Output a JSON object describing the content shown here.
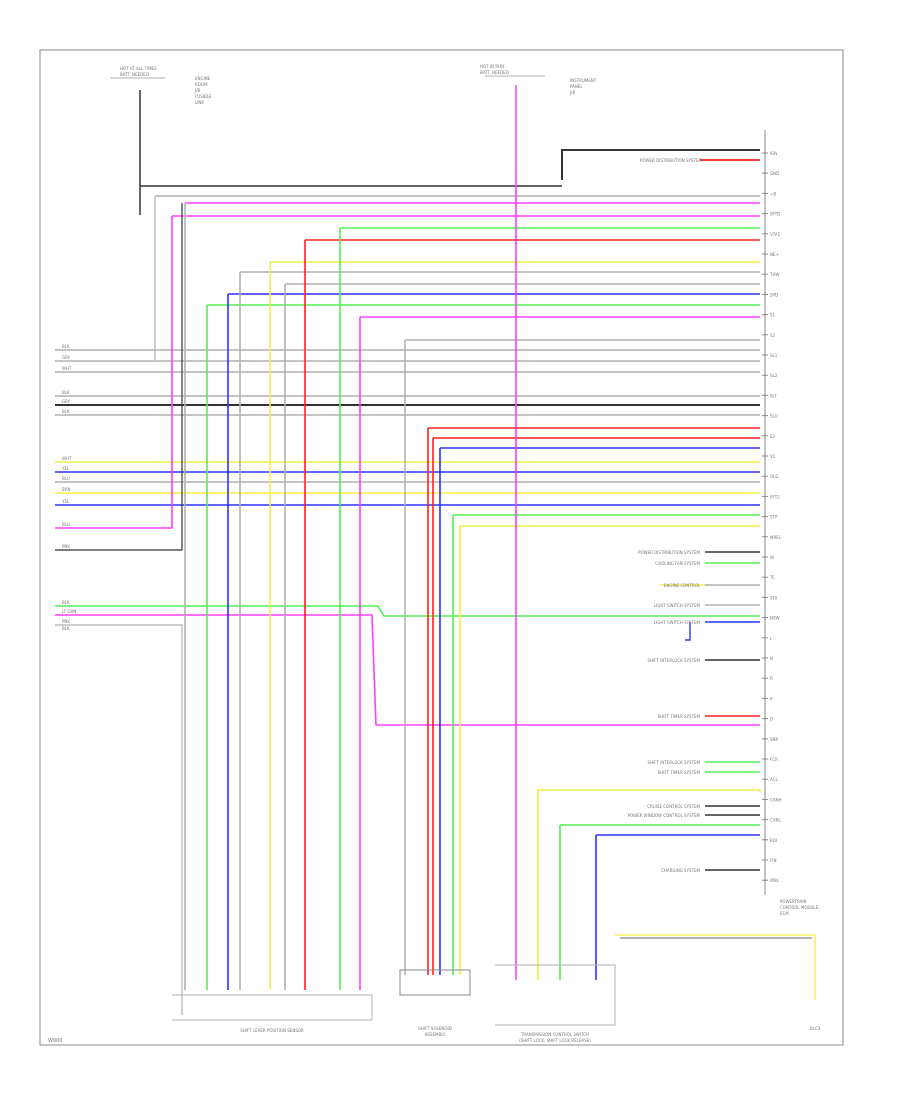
{
  "diagram": {
    "footer_code": "W000",
    "top_left_note": [
      "HOT AT ALL TIMES",
      "BATT. NEEDED"
    ],
    "top_left_fuse": [
      "ENGINE",
      "ROOM",
      "J/B",
      "FUSIBLE",
      "LINK"
    ],
    "top_right_note": [
      "HOT IN RUN",
      "BATT. NEEDED"
    ],
    "top_right_fuse": [
      "INSTRUMENT",
      "PANEL",
      "J/B"
    ],
    "right_connector_labels": [
      "IGN",
      "GND",
      "+B",
      "SFTD",
      "VTA1",
      "NE+",
      "THW",
      "SPD",
      "S1",
      "S2",
      "SL1",
      "SL2",
      "SLT",
      "SLU",
      "E2",
      "VC",
      "OLD",
      "SFT2",
      "STP",
      "MREL",
      "W",
      "TC",
      "STA",
      "NSW",
      "L",
      "N",
      "R",
      "P",
      "D",
      "SNR",
      "FCR",
      "ACL",
      "CANH",
      "CANL",
      "RDI",
      "FIN",
      "WBL"
    ],
    "right_system_labels": [
      "POWER DISTRIBUTION SYSTEM",
      "COOLING FAN SYSTEM",
      "ENGINE CONTROL",
      "LIGHT SWITCH SYSTEM",
      "LIGHT SWITCH SYSTEM",
      "SHIFT INTERLOCK SYSTEM",
      "SHIFT TIMER SYSTEM",
      "SHIFT INTERLOCK SYSTEM",
      "SHIFT TIMER SYSTEM",
      "CRUISE CONTROL SYSTEM",
      "POWER WINDOW CONTROL SYSTEM",
      "CHARGING SYSTEM"
    ],
    "ecm_label": [
      "POWERTRAIN",
      "CONTROL MODULE",
      "ECM"
    ],
    "bottom_labels": [
      [
        "SHIFT LEVER POSITION SENSOR"
      ],
      [
        "SHIFT SOLENOID",
        "ASSEMBLY"
      ],
      [
        "TRANSMISSION CONTROL SWITCH",
        "(SHIFT LOCK, SHIFT LOCK RELEASE)"
      ],
      [
        "DLC3"
      ]
    ],
    "left_wire_labels": [
      "BLK",
      "GRY",
      "WHT",
      "BLK",
      "GRY",
      "BLK",
      "WHT",
      "YEL",
      "BLU",
      "BRN",
      "YEL",
      "BLU",
      "PNK",
      "BLK",
      "LT GRN",
      "PNK",
      "BLK"
    ],
    "colors": {
      "black": "#333333",
      "gray": "#b0b0b0",
      "pink": "#ff40ff",
      "green": "#55ee55",
      "red": "#ff2020",
      "yellow": "#f0f040",
      "blue": "#3030ff",
      "frame": "#888888"
    }
  }
}
